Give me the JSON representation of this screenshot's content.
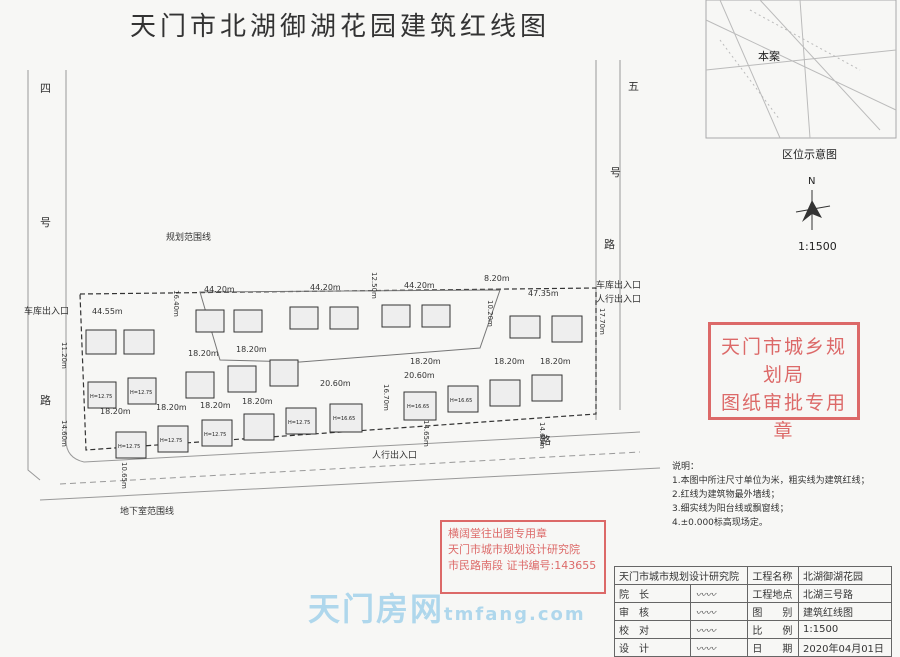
{
  "title": "天门市北湖御湖花园建筑红线图",
  "location_map": {
    "label": "本案",
    "caption": "区位示意图",
    "north": "N",
    "scale": "1:1500"
  },
  "roads": {
    "left": [
      "四",
      "号",
      "路"
    ],
    "right": [
      "五",
      "号",
      "路"
    ],
    "bottom": "路"
  },
  "site_labels": {
    "planning_boundary": "规划范围线",
    "underground_boundary": "地下室范围线",
    "garage_entrance_left": "车库出入口",
    "garage_entrance_right": "车库出入口",
    "pedestrian_right": "人行出入口",
    "pedestrian_bottom": "人行出入口"
  },
  "dimensions": {
    "top": [
      "44.55m",
      "44.20m",
      "44.20m",
      "44.20m",
      "47.35m"
    ],
    "gaps": [
      "8.20m"
    ],
    "spacing_row": "18.20m",
    "mid": [
      "20.60m",
      "20.60m"
    ],
    "vertical": [
      "11.20m",
      "14.60m",
      "16.40m",
      "12.50m",
      "10.20m",
      "17.70m",
      "16.70m",
      "14.65m",
      "14.65m",
      "10.65m"
    ]
  },
  "building_heights": [
    "H=12.75",
    "H=12.75",
    "H=12.75",
    "H=12.75",
    "H=12.75",
    "H=12.75",
    "H=16.65",
    "H=16.65",
    "H=16.65"
  ],
  "notes": {
    "heading": "说明：",
    "items": [
      "1.本图中所注尺寸单位为米，粗实线为建筑红线；",
      "2.红线为建筑物最外墙线；",
      "3.细实线为阳台线或飘窗线；",
      "4.±0.000标高现场定。"
    ]
  },
  "title_block": {
    "institute": "天门市城市规划设计研究院",
    "project_name_label": "工程名称",
    "project_name": "北湖御湖花园",
    "rows": [
      {
        "role": "院",
        "role2": "长",
        "label": "工程地点",
        "value": "北湖三号路"
      },
      {
        "role": "审",
        "role2": "核",
        "label": "图　　别",
        "value": "建筑红线图"
      },
      {
        "role": "校",
        "role2": "对",
        "label": "比　　例",
        "value": "1:1500"
      },
      {
        "role": "设",
        "role2": "计",
        "label": "日　　期",
        "value": "2020年04月01日"
      }
    ]
  },
  "stamps": {
    "approval": [
      "天门市城乡规划局",
      "图纸审批专用章"
    ],
    "institute": [
      "横阔堂往出图专用章",
      "天门市城市规划设计研究院",
      "市民路南段  证书编号:143655"
    ]
  },
  "watermark": {
    "cn": "天门房网",
    "en": "tmfang.com"
  }
}
